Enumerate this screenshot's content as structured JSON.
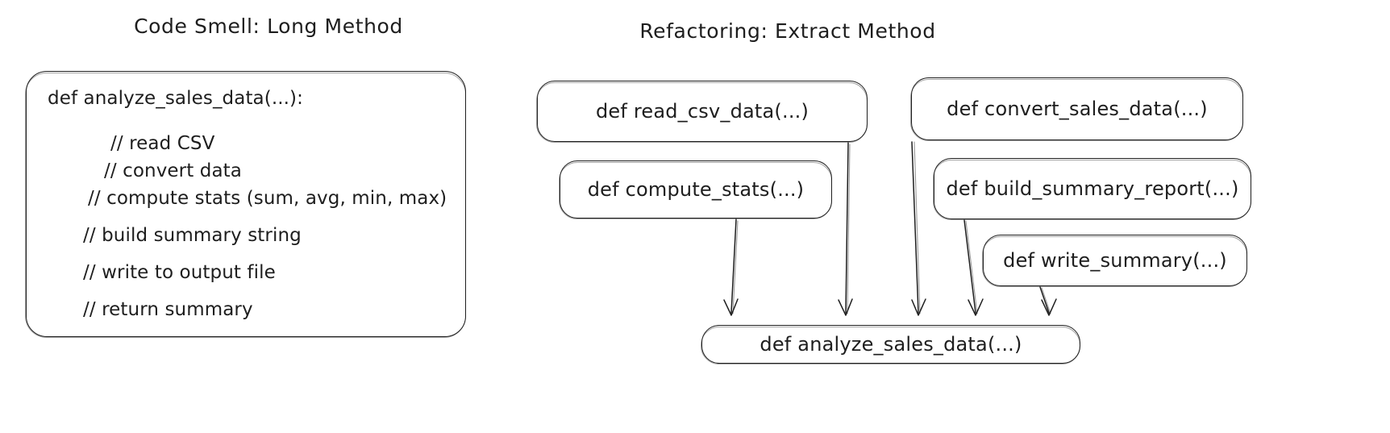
{
  "panels": {
    "left": {
      "title": "Code Smell: Long Method",
      "method_box": {
        "signature": "def analyze_sales_data(...):",
        "lines": [
          "// read CSV",
          "// convert data",
          "// compute stats (sum, avg, min, max)",
          "// build summary string",
          "// write to output file",
          "// return summary"
        ]
      }
    },
    "right": {
      "title": "Refactoring: Extract Method",
      "extracted_methods": [
        {
          "label": "def read_csv_data(...)"
        },
        {
          "label": "def compute_stats(...)"
        },
        {
          "label": "def convert_sales_data(...)"
        },
        {
          "label": "def build_summary_report(...)"
        },
        {
          "label": "def write_summary(...)"
        }
      ],
      "target_method": {
        "label": "def analyze_sales_data(...)"
      },
      "arrow_count": 5
    }
  },
  "colors": {
    "stroke": "#1e1e1e",
    "background": "#ffffff",
    "text": "#1e1e1e"
  }
}
